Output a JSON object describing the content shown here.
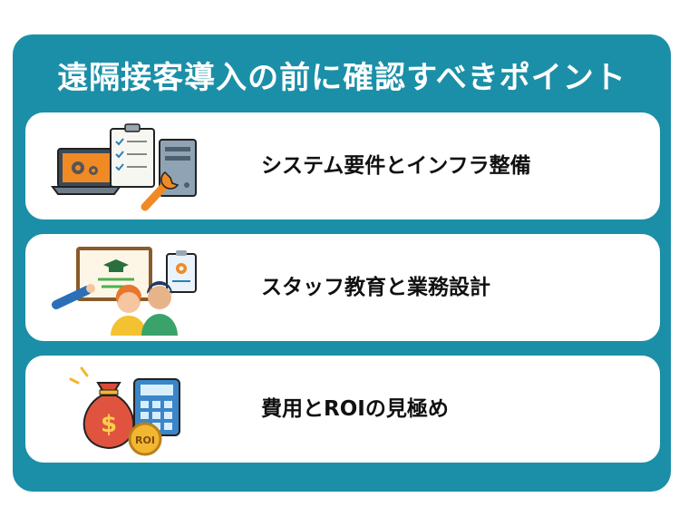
{
  "title": "遠隔接客導入の前に確認すべきポイント",
  "colors": {
    "panel": "#1b8fa8",
    "card": "#ffffff",
    "text": "#111111"
  },
  "items": [
    {
      "label": "システム要件とインフラ整備",
      "icon": "laptop-checklist-tower-wrench-icon"
    },
    {
      "label": "スタッフ教育と業務設計",
      "icon": "training-presentation-icon"
    },
    {
      "label": "費用とROIの見極め",
      "icon": "moneybag-calculator-roi-icon"
    }
  ]
}
